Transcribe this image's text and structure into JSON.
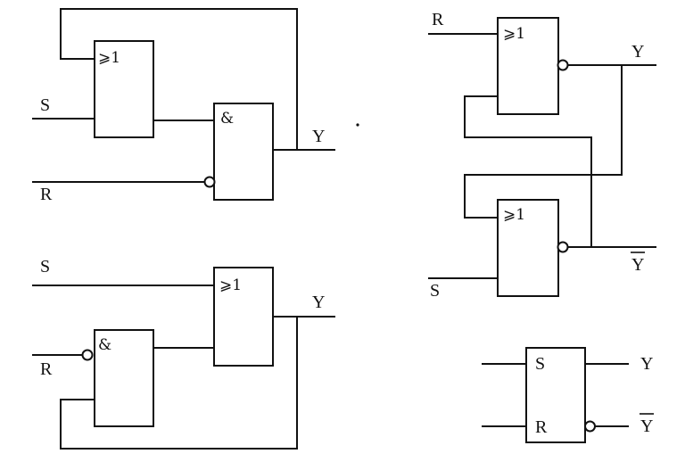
{
  "circuits": {
    "top_left": {
      "or_gate_symbol": "⩾1",
      "and_gate_symbol": "&",
      "input_s": "S",
      "input_r": "R",
      "output": "Y"
    },
    "bottom_left": {
      "or_gate_symbol": "⩾1",
      "and_gate_symbol": "&",
      "input_s": "S",
      "input_r": "R",
      "output": "Y"
    },
    "top_right": {
      "upper_gate_symbol": "⩾1",
      "lower_gate_symbol": "⩾1",
      "input_r": "R",
      "input_s": "S",
      "output_y": "Y",
      "output_y_bar": "Y"
    },
    "bottom_right": {
      "block_input_s": "S",
      "block_input_r": "R",
      "output_y": "Y",
      "output_y_bar": "Y"
    }
  }
}
